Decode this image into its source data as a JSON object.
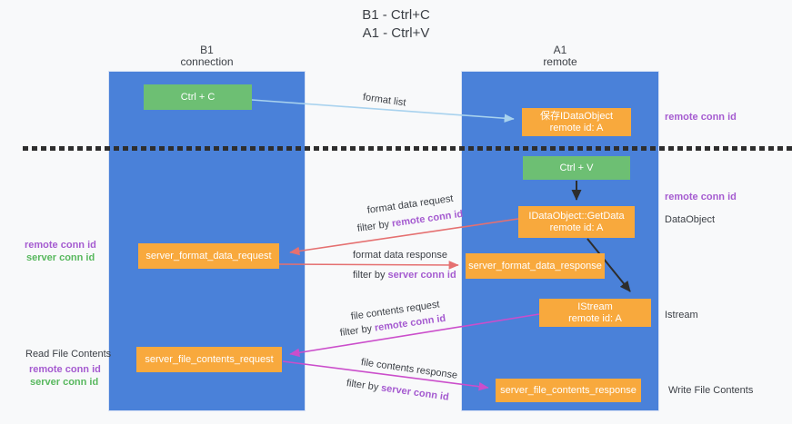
{
  "title": {
    "line1": "B1 - Ctrl+C",
    "line2": "A1 - Ctrl+V"
  },
  "lifelines": {
    "left": {
      "name": "B1",
      "role": "connection"
    },
    "right": {
      "name": "A1",
      "role": "remote"
    }
  },
  "boxes": {
    "ctrl_c": {
      "label": "Ctrl + C"
    },
    "save_dataobject": {
      "line1": "保存IDataObject",
      "line2": "remote id: A"
    },
    "ctrl_v": {
      "label": "Ctrl + V"
    },
    "getdata": {
      "line1": "IDataObject::GetData",
      "line2": "remote id: A"
    },
    "server_format_data_request": {
      "label": "server_format_data_request"
    },
    "server_format_data_response": {
      "label": "server_format_data_response"
    },
    "istream": {
      "line1": "IStream",
      "line2": "remote id: A"
    },
    "server_file_contents_request": {
      "label": "server_file_contents_request"
    },
    "server_file_contents_response": {
      "label": "server_file_contents_response"
    }
  },
  "arrow_labels": {
    "format_list": "format list",
    "format_data_request": "format data request",
    "format_data_response": "format data response",
    "file_contents_request": "file contents request",
    "file_contents_response": "file contents response",
    "filter_by": "filter by",
    "remote_conn_id": "remote conn id",
    "server_conn_id": "server conn id"
  },
  "side_labels": {
    "remote_conn_id": "remote conn id",
    "server_conn_id": "server conn id",
    "dataobject": "DataObject",
    "istream": "Istream",
    "read_file_contents": "Read File Contents",
    "write_file_contents": "Write File Contents"
  },
  "colors": {
    "background": "#f8f9fa",
    "lifeline_blue": "#4a81d9",
    "box_green": "#6dbf73",
    "box_orange": "#f8a93d",
    "arrow_lightblue": "#a8d2ee",
    "arrow_red": "#e57070",
    "arrow_magenta": "#cb4ecb",
    "arrow_black": "#2d2d2d",
    "text_purple": "#a55bd0",
    "text_green": "#58b85e",
    "text_dark": "#3b3f45"
  }
}
